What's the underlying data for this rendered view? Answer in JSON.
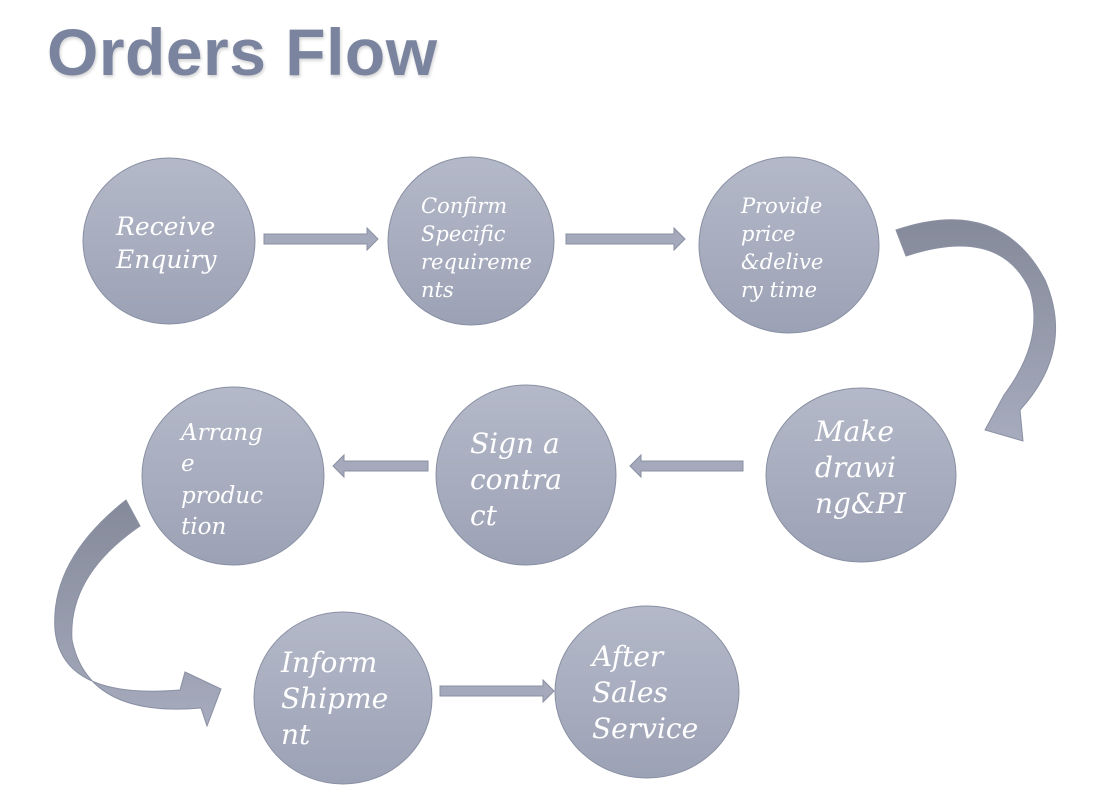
{
  "title": "Orders Flow",
  "colors": {
    "title": "#7a849f",
    "node_fill_top": "#b3b8c8",
    "node_fill_bottom": "#9ba1b4",
    "node_stroke": "#8a90a3",
    "arrow_fill": "#a4a9bb",
    "curved_arrow_dark": "#878c9c",
    "text": "#ffffff"
  },
  "steps": [
    {
      "id": "receive-enquiry",
      "lines": [
        "Receive",
        "Enquiry"
      ]
    },
    {
      "id": "confirm-requirements",
      "lines": [
        "Confirm",
        "Specific",
        "requireme",
        "nts"
      ]
    },
    {
      "id": "provide-price",
      "lines": [
        "Provide",
        "price",
        "&delive",
        "ry time"
      ]
    },
    {
      "id": "make-drawing",
      "lines": [
        "Make",
        "drawi",
        "ng&PI"
      ]
    },
    {
      "id": "sign-contract",
      "lines": [
        "Sign a",
        "contra",
        "ct"
      ]
    },
    {
      "id": "arrange-production",
      "lines": [
        "Arrang",
        "e",
        "produc",
        "tion"
      ]
    },
    {
      "id": "inform-shipment",
      "lines": [
        "Inform",
        "Shipme",
        "nt"
      ]
    },
    {
      "id": "after-sales",
      "lines": [
        "After",
        "Sales",
        "Service"
      ]
    }
  ],
  "connections": [
    {
      "from": "receive-enquiry",
      "to": "confirm-requirements",
      "style": "straight-right"
    },
    {
      "from": "confirm-requirements",
      "to": "provide-price",
      "style": "straight-right"
    },
    {
      "from": "provide-price",
      "to": "make-drawing",
      "style": "curved-down"
    },
    {
      "from": "make-drawing",
      "to": "sign-contract",
      "style": "straight-left"
    },
    {
      "from": "sign-contract",
      "to": "arrange-production",
      "style": "straight-left"
    },
    {
      "from": "arrange-production",
      "to": "inform-shipment",
      "style": "curved-down"
    },
    {
      "from": "inform-shipment",
      "to": "after-sales",
      "style": "straight-right"
    }
  ]
}
